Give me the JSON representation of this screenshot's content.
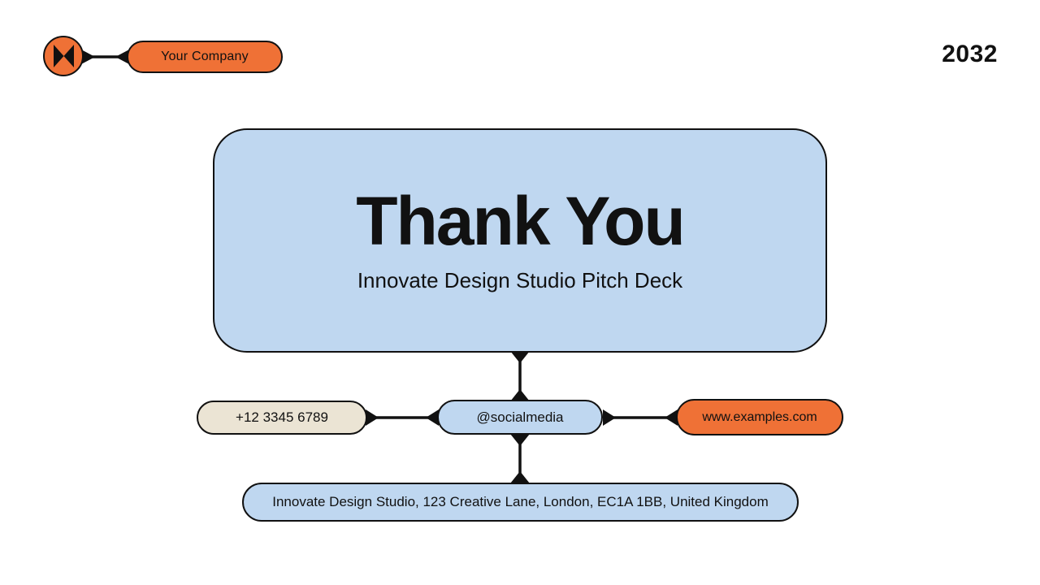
{
  "slide": {
    "year": "2032",
    "company": {
      "label": "Your Company",
      "logo_icon": "bowtie-logo-icon"
    },
    "card": {
      "title": "Thank You",
      "subtitle": "Innovate Design Studio Pitch Deck"
    },
    "contacts": {
      "phone": "+12 3345 6789",
      "social": "@socialmedia",
      "website": "www.examples.com"
    },
    "address": "Innovate Design Studio, 123 Creative Lane, London, EC1A 1BB, United Kingdom",
    "colors": {
      "accent_orange": "#EF7136",
      "light_blue": "#BFD7F0",
      "cream": "#EBE4D4",
      "line_black": "#111111",
      "background": "#FFFFFF"
    }
  }
}
